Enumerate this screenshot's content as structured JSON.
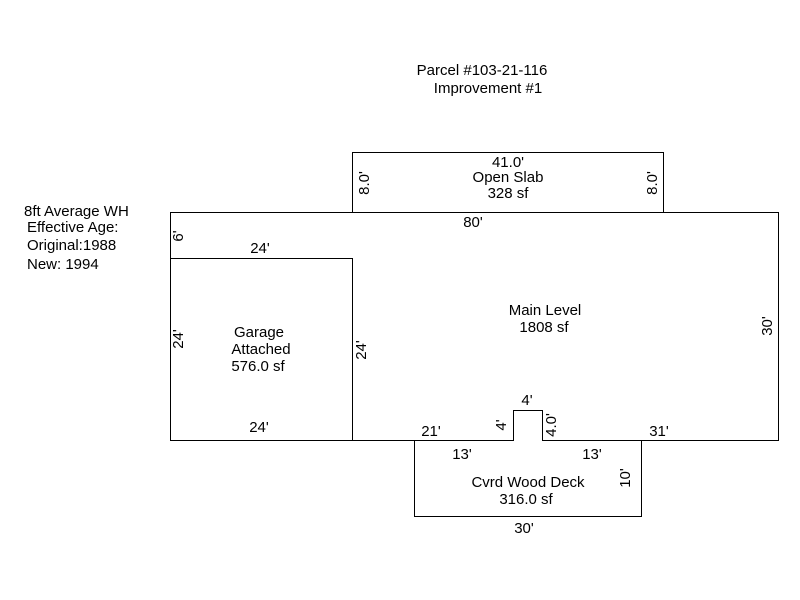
{
  "header": {
    "parcel": "Parcel #103-21-116",
    "improvement": "Improvement #1"
  },
  "notes": {
    "line1": "8ft Average WH",
    "line2": "Effective Age:",
    "line3": "Original:1988",
    "line4": "New: 1994"
  },
  "open_slab": {
    "name": "Open Slab",
    "area": "328 sf",
    "top_dim": "41.0'",
    "left_dim": "8.0'",
    "right_dim": "8.0'"
  },
  "main_level": {
    "name": "Main Level",
    "area": "1808 sf",
    "top_dim": "80'",
    "right_dim": "30'",
    "left_upper_dim": "6'",
    "bottom_left_dim": "21'",
    "bottom_right_dim": "31'",
    "notch_top_dim": "4'",
    "notch_left_dim": "4'",
    "notch_right_dim": "4.0'"
  },
  "garage": {
    "line1": "Garage",
    "line2": "Attached",
    "area": "576.0 sf",
    "top_dim": "24'",
    "bottom_dim": "24'",
    "left_dim": "24'",
    "right_dim": "24'"
  },
  "deck": {
    "name": "Cvrd Wood Deck",
    "area": "316.0 sf",
    "top_left_dim": "13'",
    "top_right_dim": "13'",
    "right_dim": "10'",
    "bottom_dim": "30'"
  },
  "colors": {
    "line": "#000000",
    "text": "#000000",
    "background": "#ffffff"
  }
}
